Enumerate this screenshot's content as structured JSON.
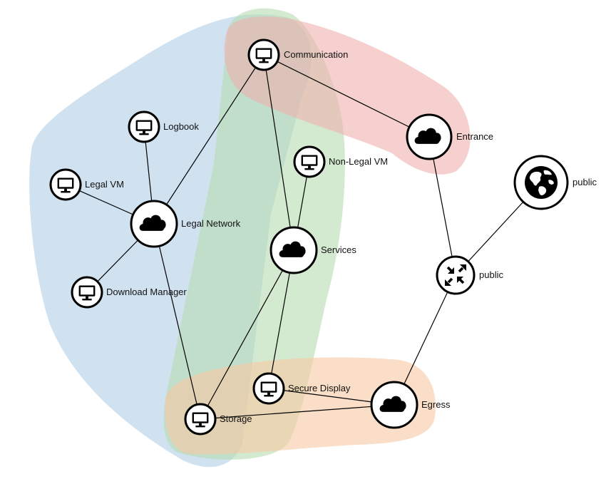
{
  "colors": {
    "zone_blue": "#b0cde6",
    "zone_green": "#b7dcb1",
    "zone_red": "#eeb0ae",
    "zone_orange": "#f6c8a2",
    "node_fill": "#ffffff",
    "node_stroke": "#000000",
    "edge": "#000000"
  },
  "nodes": {
    "communication": {
      "label": "Communication",
      "icon": "monitor-icon"
    },
    "entrance": {
      "label": "Entrance",
      "icon": "cloud-icon"
    },
    "logbook": {
      "label": "Logbook",
      "icon": "monitor-icon"
    },
    "legal_vm": {
      "label": "Legal VM",
      "icon": "monitor-icon"
    },
    "legal_network": {
      "label": "Legal Network",
      "icon": "cloud-icon"
    },
    "non_legal_vm": {
      "label": "Non-Legal VM",
      "icon": "monitor-icon"
    },
    "services": {
      "label": "Services",
      "icon": "cloud-icon"
    },
    "download_manager": {
      "label": "Download Manager",
      "icon": "monitor-icon"
    },
    "public_globe": {
      "label": "public",
      "icon": "globe-icon"
    },
    "public_router": {
      "label": "public",
      "icon": "router-arrows-icon"
    },
    "secure_display": {
      "label": "Secure Display",
      "icon": "monitor-icon"
    },
    "storage": {
      "label": "Storage",
      "icon": "monitor-icon"
    },
    "egress": {
      "label": "Egress",
      "icon": "cloud-icon"
    }
  },
  "edges": [
    [
      "communication",
      "legal_network"
    ],
    [
      "communication",
      "services"
    ],
    [
      "communication",
      "entrance"
    ],
    [
      "logbook",
      "legal_network"
    ],
    [
      "legal_vm",
      "legal_network"
    ],
    [
      "download_manager",
      "legal_network"
    ],
    [
      "legal_network",
      "storage"
    ],
    [
      "non_legal_vm",
      "services"
    ],
    [
      "services",
      "storage"
    ],
    [
      "services",
      "secure_display"
    ],
    [
      "entrance",
      "public_router"
    ],
    [
      "public_globe",
      "public_router"
    ],
    [
      "public_router",
      "egress"
    ],
    [
      "secure_display",
      "egress"
    ],
    [
      "storage",
      "egress"
    ]
  ]
}
